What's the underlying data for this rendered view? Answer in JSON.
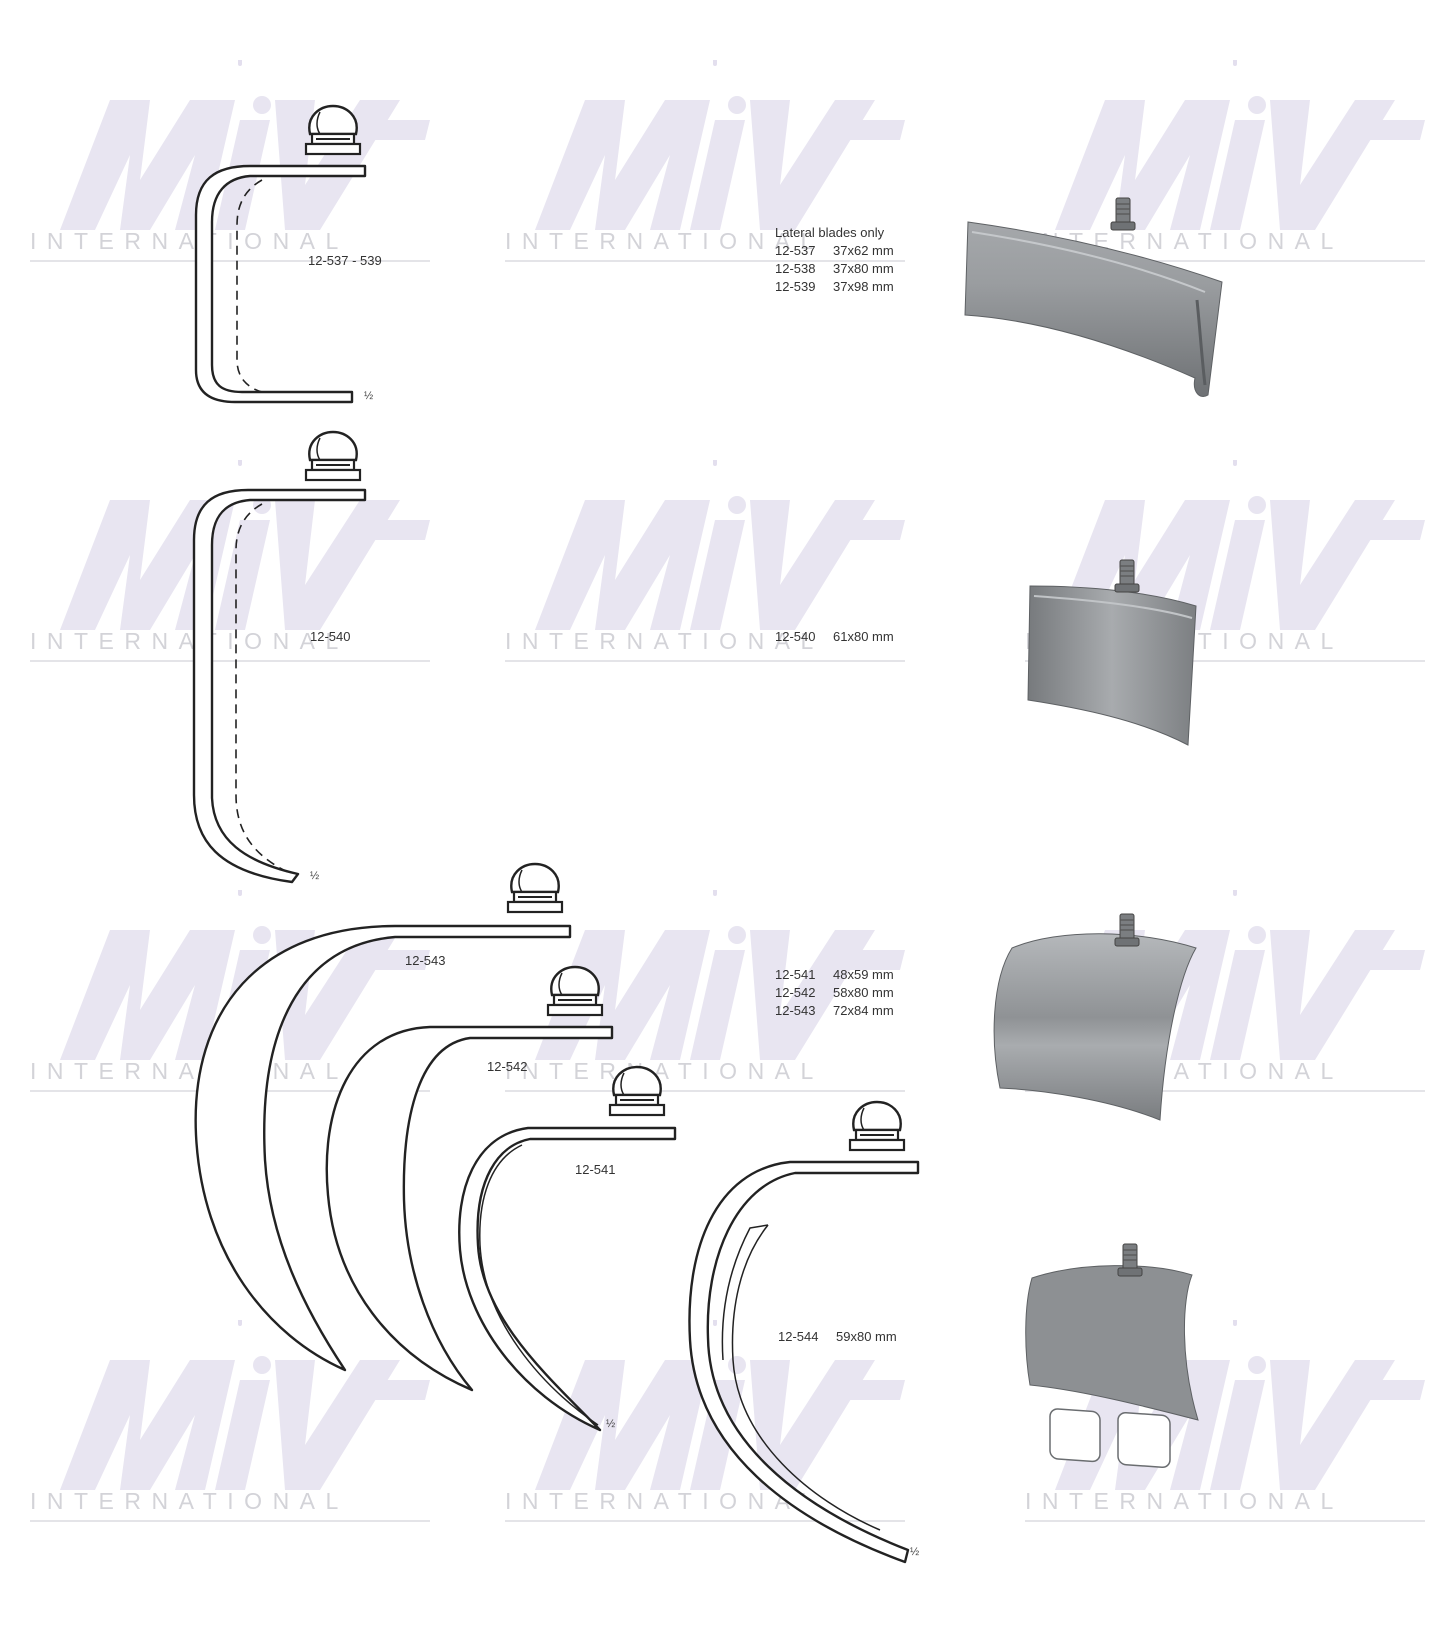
{
  "watermark": {
    "word": "INTERNATIONAL"
  },
  "labels": {
    "a": "12-537 - 539",
    "b": "12-540",
    "c1": "12-543",
    "c2": "12-542",
    "c3": "12-541"
  },
  "blades": {
    "group1": {
      "heading": "Lateral blades only",
      "rows": [
        {
          "code": "12-537",
          "size": "37x62 mm"
        },
        {
          "code": "12-538",
          "size": "37x80 mm"
        },
        {
          "code": "12-539",
          "size": "37x98 mm"
        }
      ]
    },
    "group2": {
      "code": "12-540",
      "size": "61x80 mm"
    },
    "group3": {
      "rows": [
        {
          "code": "12-541",
          "size": "48x59 mm"
        },
        {
          "code": "12-542",
          "size": "58x80 mm"
        },
        {
          "code": "12-543",
          "size": "72x84 mm"
        }
      ]
    },
    "group4": {
      "code": "12-544",
      "size": "59x80 mm"
    }
  },
  "scale_mark": "½",
  "colors": {
    "watermark_text": "#d3d3d8",
    "watermark_logo": "#e6e3f0",
    "outline": "#222222",
    "blade_metal": "#8a8d90"
  }
}
